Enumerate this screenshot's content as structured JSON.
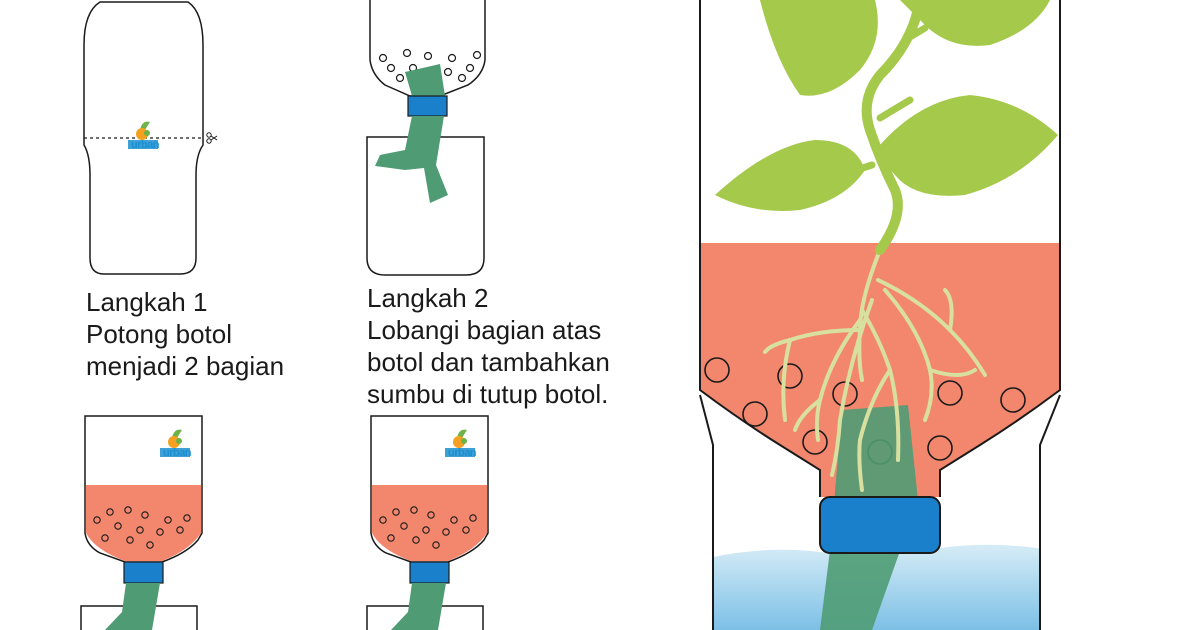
{
  "steps": [
    {
      "title": "Langkah 1",
      "lines": [
        "Potong botol",
        "menjadi 2 bagian"
      ]
    },
    {
      "title": "Langkah 2",
      "lines": [
        "Lobangi bagian atas",
        "botol dan tambahkan",
        "sumbu di tutup botol."
      ]
    }
  ],
  "logo": {
    "text": "urban"
  },
  "colors": {
    "outline": "#1a1a1a",
    "soil": "#f3876d",
    "wick": "#4f9c74",
    "cap": "#1a80cc",
    "leaf": "#a5c94a",
    "root": "#d8e0a0",
    "water": "#9ccfe8"
  },
  "icons": [
    "scissors-icon",
    "logo-icon"
  ]
}
